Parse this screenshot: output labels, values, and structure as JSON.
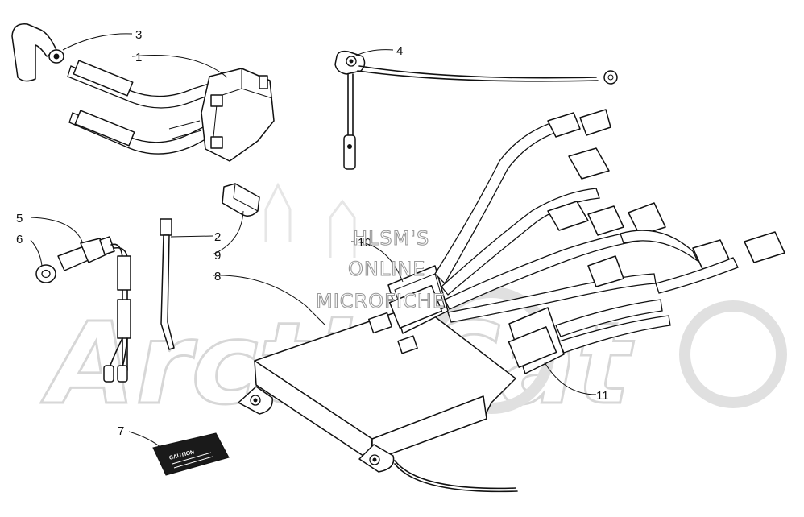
{
  "callouts": {
    "c1": "1",
    "c2": "2",
    "c3": "3",
    "c4": "4",
    "c5": "5",
    "c6": "6",
    "c7": "7",
    "c8": "8",
    "c9": "9",
    "c10": "10",
    "c11": "11"
  },
  "watermark": {
    "line1": "HLSM'S",
    "line2": "ONLINE",
    "line3": "MICROFICHE",
    "logo": "ArcticCat"
  },
  "decal": {
    "text": "CAUTION"
  }
}
